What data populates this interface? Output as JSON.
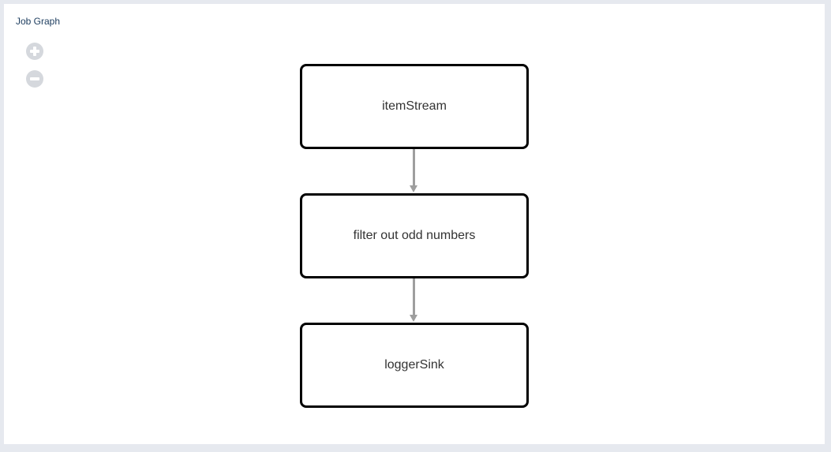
{
  "header": {
    "title": "Job Graph"
  },
  "controls": {
    "zoom_in_icon": "plus-circle-icon",
    "zoom_out_icon": "minus-circle-icon"
  },
  "graph": {
    "nodes": [
      {
        "label": "itemStream"
      },
      {
        "label": "filter out odd numbers"
      },
      {
        "label": "loggerSink"
      }
    ],
    "edges": [
      {
        "from": "itemStream",
        "to": "filter out odd numbers"
      },
      {
        "from": "filter out odd numbers",
        "to": "loggerSink"
      }
    ]
  },
  "colors": {
    "title": "#1c3c5e",
    "edge": "#9e9e9e",
    "node_border": "#000000",
    "background": "#e6e9ef"
  }
}
